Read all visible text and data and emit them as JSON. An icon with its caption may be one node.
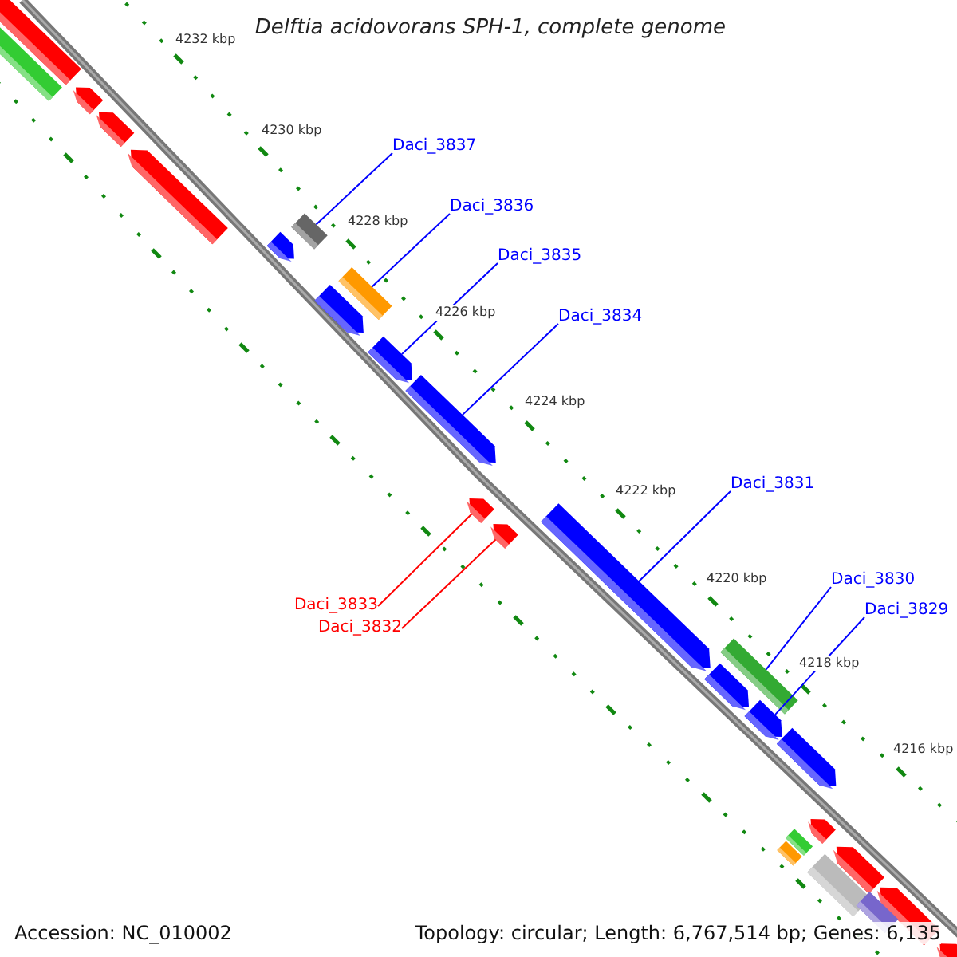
{
  "diagram": {
    "title": "Delftia acidovorans SPH-1, complete genome",
    "nodes": [
      {
        "text": [
          "Daci_3837"
        ]
      },
      {
        "text": [],
        "shape": "box"
      },
      {
        "text": [
          "Daci_3836"
        ]
      },
      {
        "text": [],
        "shape": "box"
      },
      {
        "text": [
          "Daci_3835"
        ]
      },
      {
        "text": [],
        "shape": "arrow"
      },
      {
        "text": [
          "Daci_3834"
        ]
      },
      {
        "text": [],
        "shape": "arrow"
      },
      {
        "text": [
          "Daci_3831"
        ]
      },
      {
        "text": [],
        "shape": "arrow"
      },
      {
        "text": [
          "Daci_3830"
        ]
      },
      {
        "text": [],
        "shape": "box"
      },
      {
        "text": [
          "Daci_3829"
        ]
      },
      {
        "text": [],
        "shape": "arrow"
      },
      {
        "text": [
          "Daci_3833"
        ]
      },
      {
        "text": [],
        "shape": "arrow"
      },
      {
        "text": [
          "Daci_3832"
        ]
      },
      {
        "text": [],
        "shape": "arrow"
      },
      {
        "text": [],
        "shape": "box"
      },
      {
        "text": [],
        "shape": "box"
      },
      {
        "text": [],
        "shape": "arrow"
      },
      {
        "text": [],
        "shape": "arrow"
      },
      {
        "text": [],
        "shape": "arrow"
      },
      {
        "text": [],
        "shape": "arrow"
      },
      {
        "text": [],
        "shape": "arrow"
      },
      {
        "text": [],
        "shape": "arrow"
      },
      {
        "text": [],
        "shape": "arrow"
      },
      {
        "text": [],
        "shape": "arrow"
      },
      {
        "text": [],
        "shape": "box"
      },
      {
        "text": [],
        "shape": "box"
      },
      {
        "text": [],
        "shape": "arrow"
      },
      {
        "text": [],
        "shape": "arrow"
      },
      {
        "text": [],
        "shape": "box"
      },
      {
        "text": [],
        "shape": "box"
      },
      {
        "text": [],
        "shape": "arrow"
      }
    ],
    "edges": [
      {
        "from": 0,
        "to": 1,
        "arrow": "none"
      },
      {
        "from": 2,
        "to": 3,
        "arrow": "none"
      },
      {
        "from": 4,
        "to": 5,
        "arrow": "none"
      },
      {
        "from": 6,
        "to": 7,
        "arrow": "none"
      },
      {
        "from": 8,
        "to": 9,
        "arrow": "none"
      },
      {
        "from": 10,
        "to": 11,
        "arrow": "none"
      },
      {
        "from": 12,
        "to": 13,
        "arrow": "none"
      },
      {
        "from": 14,
        "to": 15,
        "arrow": "none",
        "color": "#ff0000"
      },
      {
        "from": 16,
        "to": 17,
        "arrow": "none",
        "color": "#ff0000"
      }
    ],
    "labels": [
      "4232 kbp",
      "4230 kbp",
      "4228 kbp",
      "4226 kbp",
      "4224 kbp",
      "4222 kbp",
      "4220 kbp",
      "4218 kbp",
      "4216 kbp",
      "Accession: NC_010002",
      "Topology: circular; Length: 6,767,514 bp; Genes: 6,135"
    ]
  }
}
